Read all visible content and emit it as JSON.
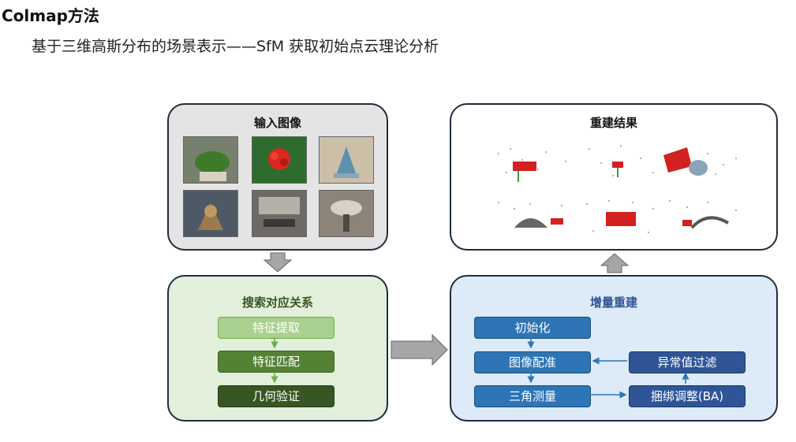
{
  "header": {
    "title": "Colmap方法",
    "subtitle": "基于三维高斯分布的场景表示——SfM 获取初始点云理论分析"
  },
  "input_panel": {
    "title": "输入图像"
  },
  "search_panel": {
    "title": "搜索对应关系",
    "steps": [
      "特征提取",
      "特征匹配",
      "几何验证"
    ]
  },
  "result_panel": {
    "title": "重建结果"
  },
  "incremental_panel": {
    "title": "增量重建",
    "steps": [
      "初始化",
      "图像配准",
      "三角测量",
      "捆绑调整(BA)",
      "异常值过滤"
    ]
  },
  "colors": {
    "green_light": "#a9d08e",
    "green_mid": "#548235",
    "green_dark": "#375623",
    "blue": "#2e75b6",
    "blue_dark": "#2f5597",
    "arrow_gray": "#a6a6a6"
  }
}
